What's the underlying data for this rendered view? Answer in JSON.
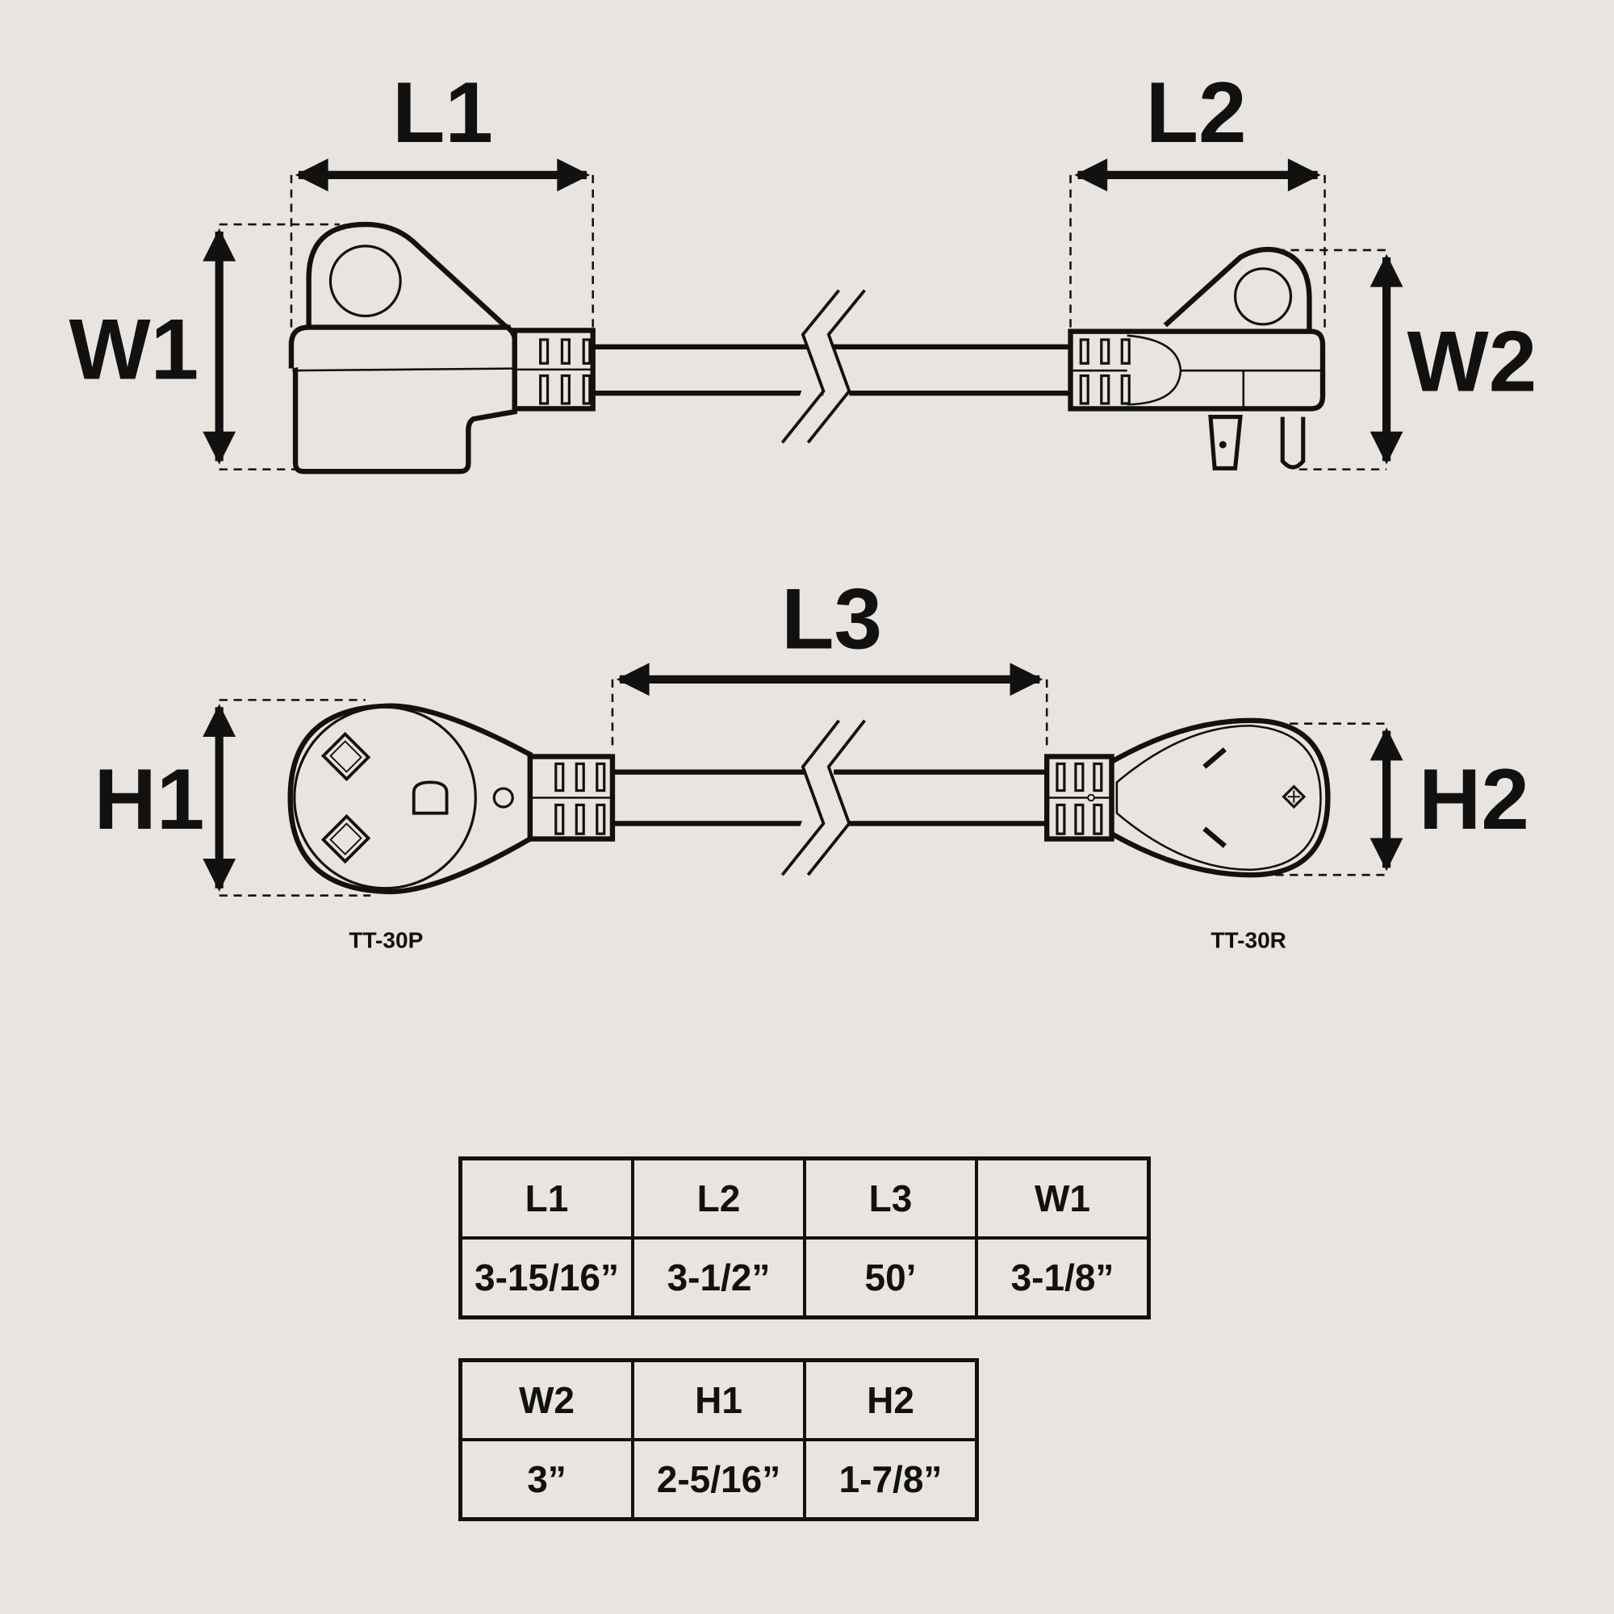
{
  "diagram": {
    "labels": {
      "L1": "L1",
      "L2": "L2",
      "L3": "L3",
      "W1": "W1",
      "W2": "W2",
      "H1": "H1",
      "H2": "H2"
    },
    "plug_left_name": "TT-30P",
    "plug_right_name": "TT-30R"
  },
  "colors": {
    "background": "#e9e4df",
    "ink": "#111111"
  },
  "table1": {
    "headers": [
      "L1",
      "L2",
      "L3",
      "W1"
    ],
    "values": [
      "3-15/16”",
      "3-1/2”",
      "50’",
      "3-1/8”"
    ]
  },
  "table2": {
    "headers": [
      "W2",
      "H1",
      "H2"
    ],
    "values": [
      "3”",
      "2-5/16”",
      "1-7/8”"
    ]
  }
}
